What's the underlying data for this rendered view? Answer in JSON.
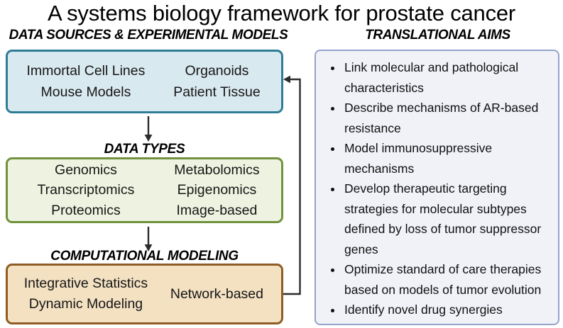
{
  "title": "A systems biology framework for prostate cancer",
  "colors": {
    "sources_box_fill": "#d9e9f0",
    "sources_box_border": "#2e7d96",
    "types_box_fill": "#edf3e0",
    "types_box_border": "#70923c",
    "modeling_box_fill": "#f3e1c2",
    "modeling_box_border": "#8e5c24",
    "aims_panel_fill": "#f1f2f8",
    "aims_panel_border": "#95a3cd",
    "connector": "#2b2b2b",
    "text": "#111111"
  },
  "pipeline": {
    "heading": "DATA SOURCES & EXPERIMENTAL MODELS",
    "sources_box": {
      "left_items": [
        "Immortal Cell Lines",
        "Mouse Models"
      ],
      "right_items": [
        "Organoids",
        "Patient Tissue"
      ]
    },
    "types_heading": "DATA TYPES",
    "types_box": {
      "left_items": [
        "Genomics",
        "Transcriptomics",
        "Proteomics"
      ],
      "right_items": [
        "Metabolomics",
        "Epigenomics",
        "Image-based"
      ]
    },
    "modeling_heading": "COMPUTATIONAL MODELING",
    "modeling_box": {
      "left_items": [
        "Integrative Statistics",
        "Dynamic Modeling"
      ],
      "right_items": [
        "Network-based"
      ]
    }
  },
  "aims": {
    "heading": "TRANSLATIONAL AIMS",
    "items": [
      "Link molecular and pathological characteristics",
      "Describe mechanisms of AR-based resistance",
      "Model immunosuppressive mechanisms",
      "Develop therapeutic targeting strategies for molecular subtypes defined by loss of tumor suppressor genes",
      "Optimize standard of care therapies based on models of tumor evolution",
      "Identify novel drug synergies"
    ]
  }
}
